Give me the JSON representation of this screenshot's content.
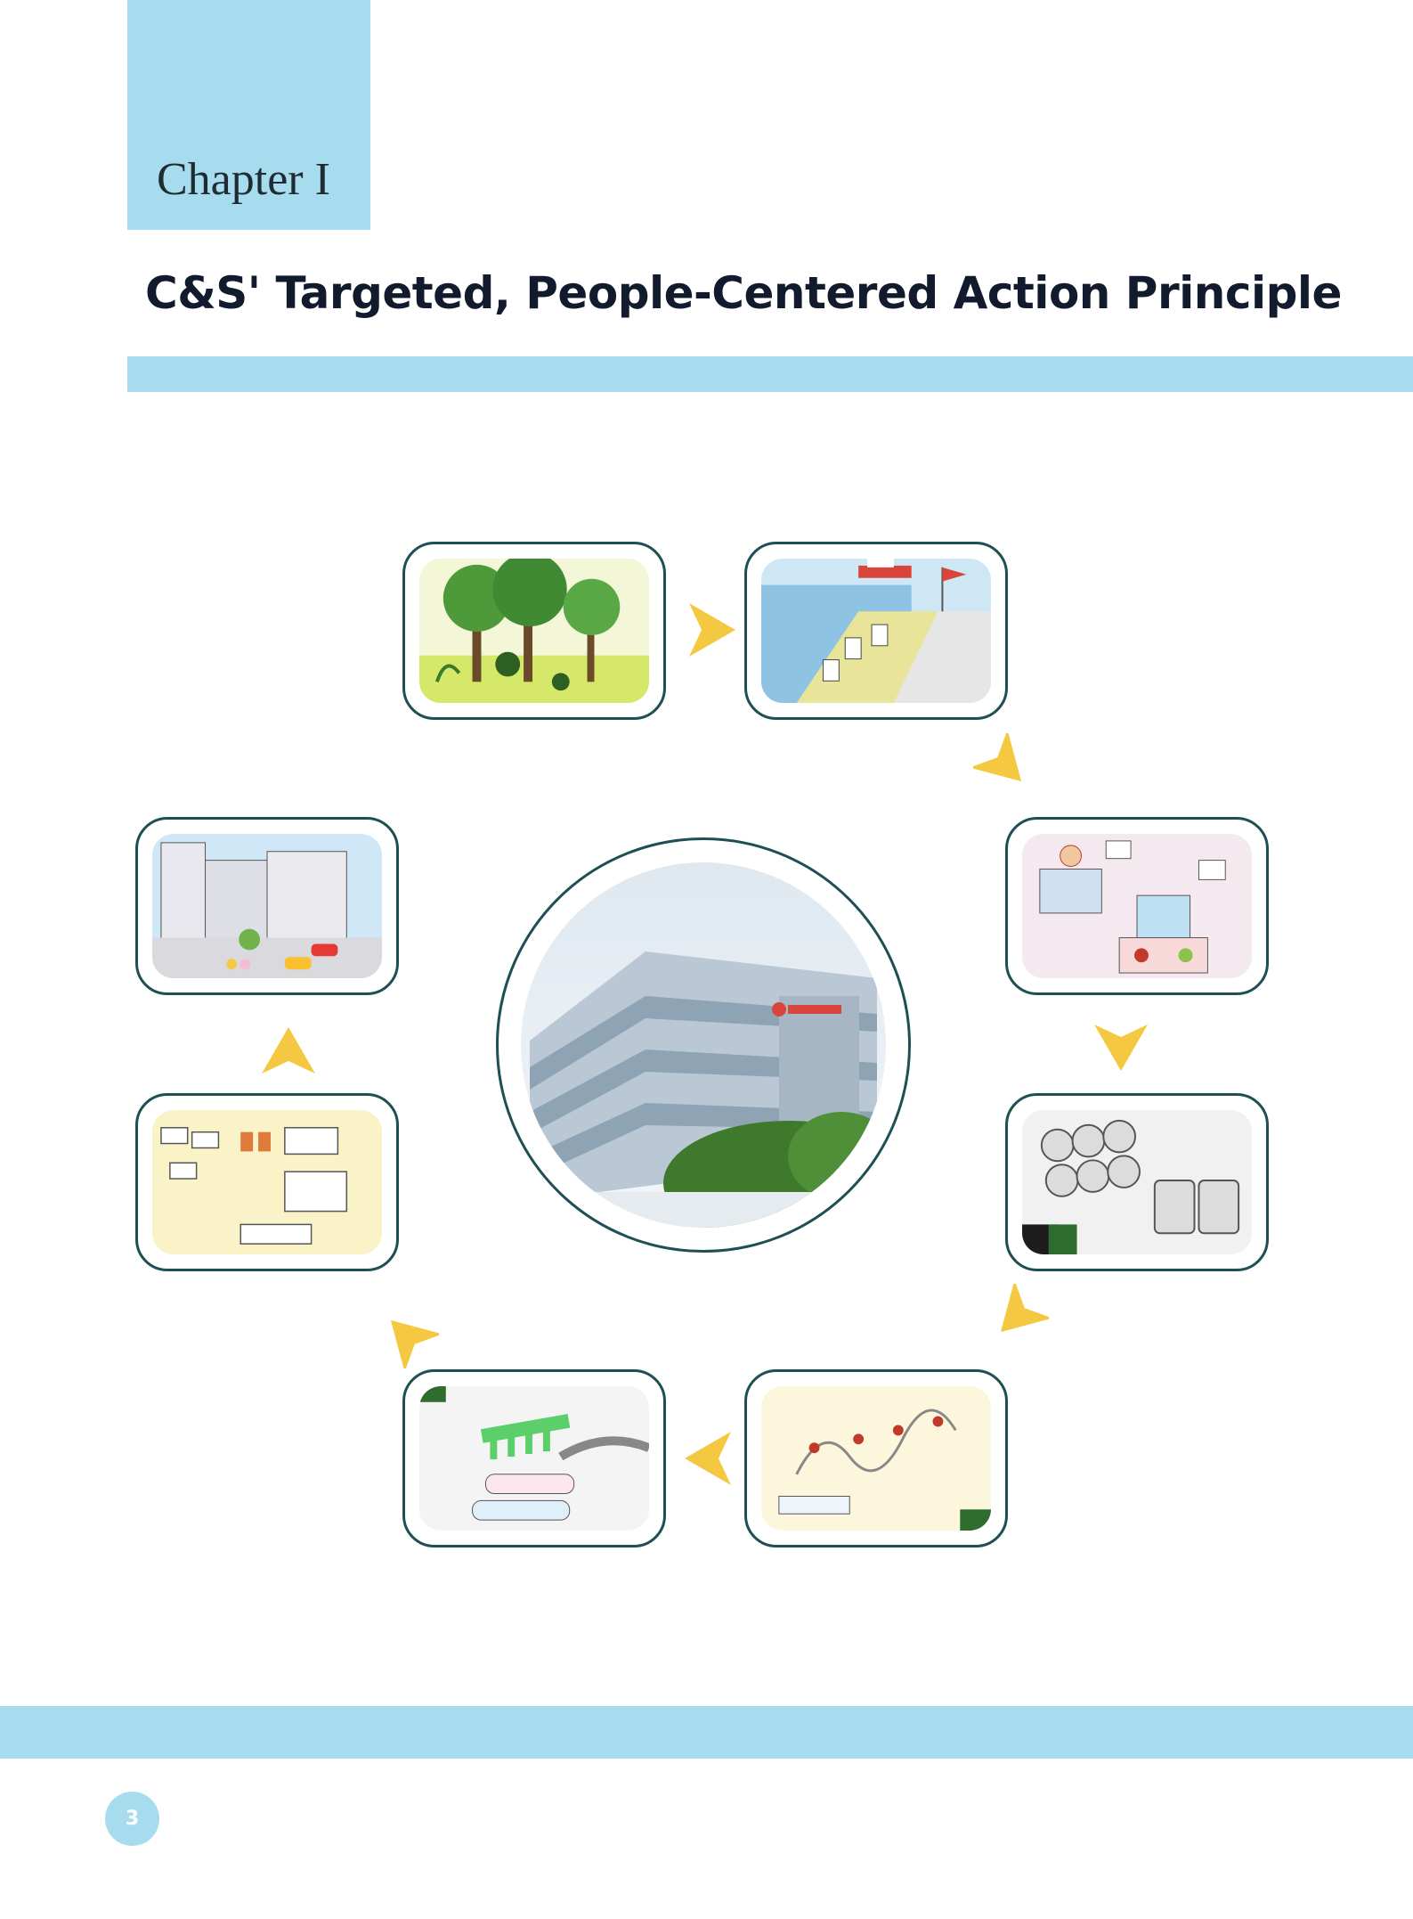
{
  "header": {
    "chapter_label": "Chapter I",
    "title": "C&S' Targeted, People-Centered Action Principle"
  },
  "footer": {
    "page_number": "3"
  },
  "colors": {
    "accent_blue": "#a7dcef",
    "frame_border": "#1e4f55",
    "arrow_yellow": "#f5c842",
    "title_text": "#121a2e"
  },
  "diagram": {
    "center_image": "company-headquarters-photo",
    "cycle_images": [
      "forest-illustration",
      "paper-products-shipping-illustration",
      "pulp-processing-illustration",
      "paper-rolls-illustration",
      "tissue-folding-illustration",
      "roll-cutting-illustration",
      "packaged-products-illustration",
      "office-buildings-illustration"
    ],
    "arrow_icon": "triangle-arrow-icon"
  }
}
